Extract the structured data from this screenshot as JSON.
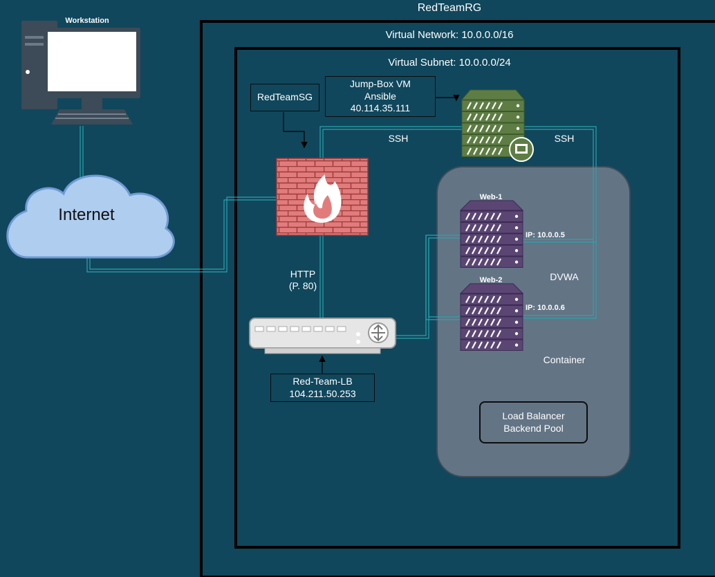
{
  "resource_group": "RedTeamRG",
  "virtual_network": "Virtual Network: 10.0.0.0/16",
  "virtual_subnet": "Virtual Subnet: 10.0.0.0/24",
  "workstation": {
    "label": "Workstation",
    "icon": "desktop-computer-icon"
  },
  "internet": {
    "label": "Internet",
    "icon": "cloud-icon"
  },
  "security_group": {
    "label": "RedTeamSG",
    "icon": "firewall-icon"
  },
  "jump_box": {
    "line1": "Jump-Box VM",
    "line2": "Ansible",
    "line3": "40.114.35.111",
    "icon": "server-rack-icon",
    "color": "#5e7d44"
  },
  "connections": {
    "ssh_left": "SSH",
    "ssh_right": "SSH",
    "http_line1": "HTTP",
    "http_line2": "(P. 80)"
  },
  "web1": {
    "label": "Web-1",
    "ip": "IP: 10.0.0.5",
    "icon": "server-rack-icon",
    "color": "#5b4673"
  },
  "web2": {
    "label": "Web-2",
    "ip": "IP: 10.0.0.6",
    "icon": "server-rack-icon",
    "color": "#5b4673"
  },
  "dvwa": "DVWA",
  "container": "Container",
  "backend_pool": {
    "line1": "Load Balancer",
    "line2": "Backend Pool"
  },
  "load_balancer": {
    "line1": "Red-Team-LB",
    "line2": "104.211.50.253",
    "icon": "load-balancer-icon"
  },
  "colors": {
    "background": "#10475c",
    "connector": "#2aa3ad",
    "container_fill": "#637485",
    "firewall": "#e27c7c"
  }
}
